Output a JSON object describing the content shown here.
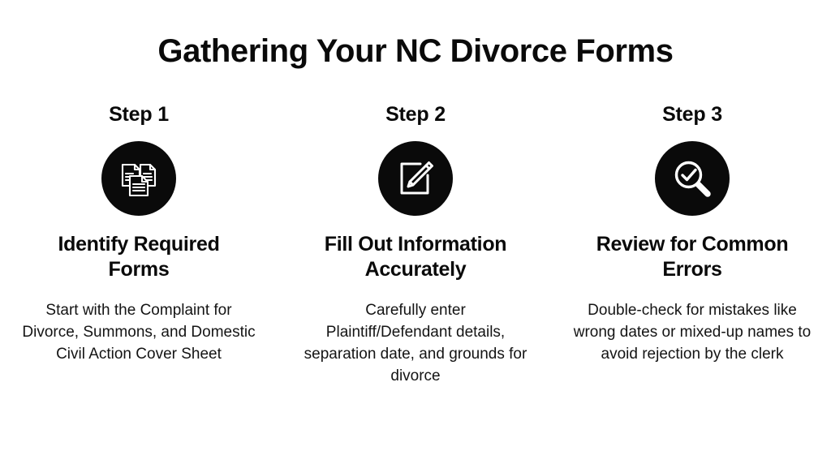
{
  "poster": {
    "title": "Gathering Your NC Divorce Forms",
    "background_color": "#ffffff",
    "text_color": "#0a0a0a",
    "badge_color": "#0a0a0a",
    "icon_color": "#ffffff"
  },
  "steps": [
    {
      "label": "Step 1",
      "icon": "documents-icon",
      "heading": "Identify Required Forms",
      "body": "Start with the Complaint for Divorce, Summons, and Domestic Civil Action Cover Sheet"
    },
    {
      "label": "Step 2",
      "icon": "edit-note-pencil-icon",
      "heading": "Fill Out Information Accurately",
      "body": "Carefully enter Plaintiff/Defendant details, separation date, and grounds for divorce"
    },
    {
      "label": "Step 3",
      "icon": "magnifier-check-icon",
      "heading": "Review for Common Errors",
      "body": "Double-check for mistakes like wrong dates or mixed-up names to avoid rejection by the clerk"
    }
  ]
}
